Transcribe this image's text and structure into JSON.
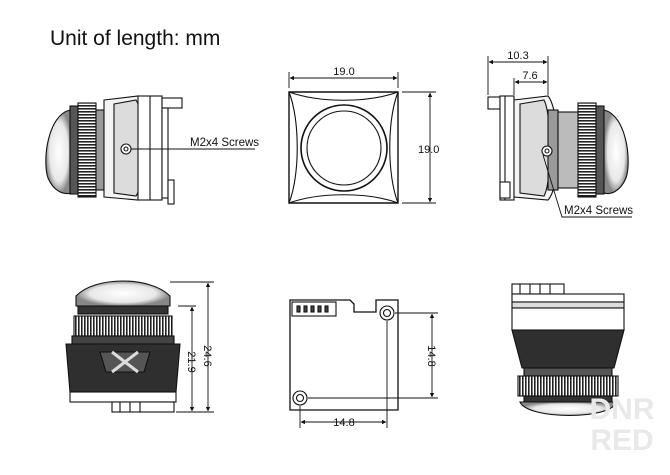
{
  "title": "Unit of length: mm",
  "labels": {
    "screws_left": "M2x4 Screws",
    "screws_right": "M2x4 Screws"
  },
  "dimensions": {
    "front_width": "19.0",
    "front_height": "19.0",
    "side_total": "10.3",
    "side_inner": "7.6",
    "height_body": "21.9",
    "height_total": "24.6",
    "back_height": "14.8",
    "back_width": "14.8"
  },
  "watermark": {
    "line1": "DNR",
    "line2": "RED"
  },
  "colors": {
    "line": "#111111",
    "fill_dark": "#333333",
    "fill_mid": "#888888",
    "fill_light": "#cfcfcf",
    "watermark": "#e6e6e6"
  }
}
